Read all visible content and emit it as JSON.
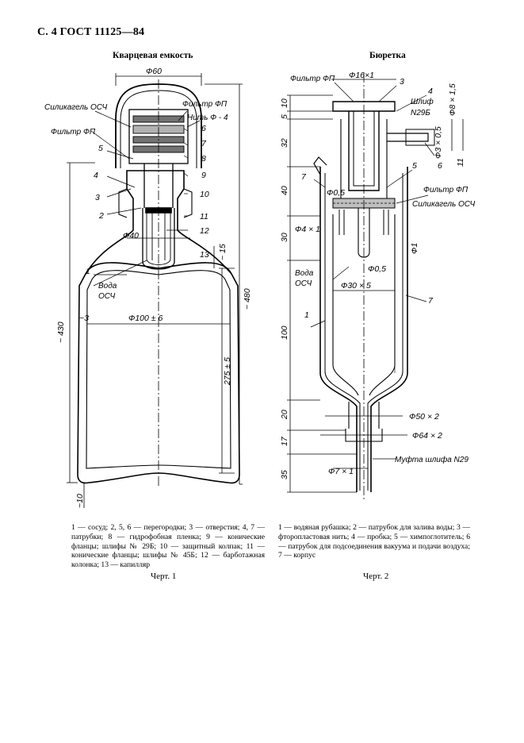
{
  "header": "С. 4 ГОСТ 11125—84",
  "figure1": {
    "title": "Кварцевая емкость",
    "labels": {
      "silicagel": "Силикагель ОСЧ",
      "filter_fp_left": "Фильтр ФП",
      "filter_fp_right": "Фильтр ФП",
      "nit": "Нить Ф - 4",
      "voda": "Вода",
      "osch": "ОСЧ",
      "phi60": "Ф60",
      "phi40": "Ф40",
      "phi100": "Ф100 ± 6",
      "d3": "~3",
      "d15": "~ 15",
      "d430": "~ 430",
      "d480": "~ 480",
      "d275": "275 ± 5",
      "d10": "~10"
    },
    "callouts": [
      "1",
      "2",
      "3",
      "4",
      "5",
      "6",
      "7",
      "8",
      "9",
      "10",
      "11",
      "12",
      "13"
    ],
    "legend": "1 — сосуд; 2, 5, 6 — перегородки; 3 — отверстия; 4, 7 — патрубки; 8 — гидрофобная пленка; 9 — конические фланцы; шлифы № 29Б; 10 — защитный колпак; 11 — конические фланцы; шлифы № 45Б; 12 — барботажная колонка; 13 — капилляр",
    "caption": "Черт. 1"
  },
  "figure2": {
    "title": "Бюретка",
    "labels": {
      "filter_fp_top": "Фильтр ФП",
      "phi16": "Ф16×1",
      "shlif": "Шлиф",
      "n29b": "N29Б",
      "phi05_top": "Ф0,5",
      "phi8": "Ф8 × 1,5",
      "phi3": "Ф3 × 0,5",
      "filter_fp_mid": "Фильтр ФП",
      "silicagel": "Силикагель ОСЧ",
      "phi4": "Ф4 × 1",
      "phi1": "Ф1",
      "phi05_mid": "Ф0,5",
      "voda": "Вода",
      "osch": "ОСЧ",
      "phi30": "Ф30 × 5",
      "phi50": "Ф50 × 2",
      "phi64": "Ф64 × 2",
      "mufta": "Муфта шлифа N29",
      "phi7": "Ф7 × 1"
    },
    "dims": [
      "10",
      "5",
      "32",
      "40",
      "30",
      "100",
      "20",
      "17",
      "35"
    ],
    "dim_right": "11",
    "callouts": [
      "1",
      "3",
      "4",
      "5",
      "6",
      "7",
      "7"
    ],
    "legend": "1 — водяная рубашка; 2 — патрубок для залива воды; 3 — фторопластовая нить; 4 — пробка; 5 — химпоглотитель; 6 — патрубок для подсоединения вакуума и подачи воздуха; 7 — корпус",
    "caption": "Черт. 2"
  }
}
